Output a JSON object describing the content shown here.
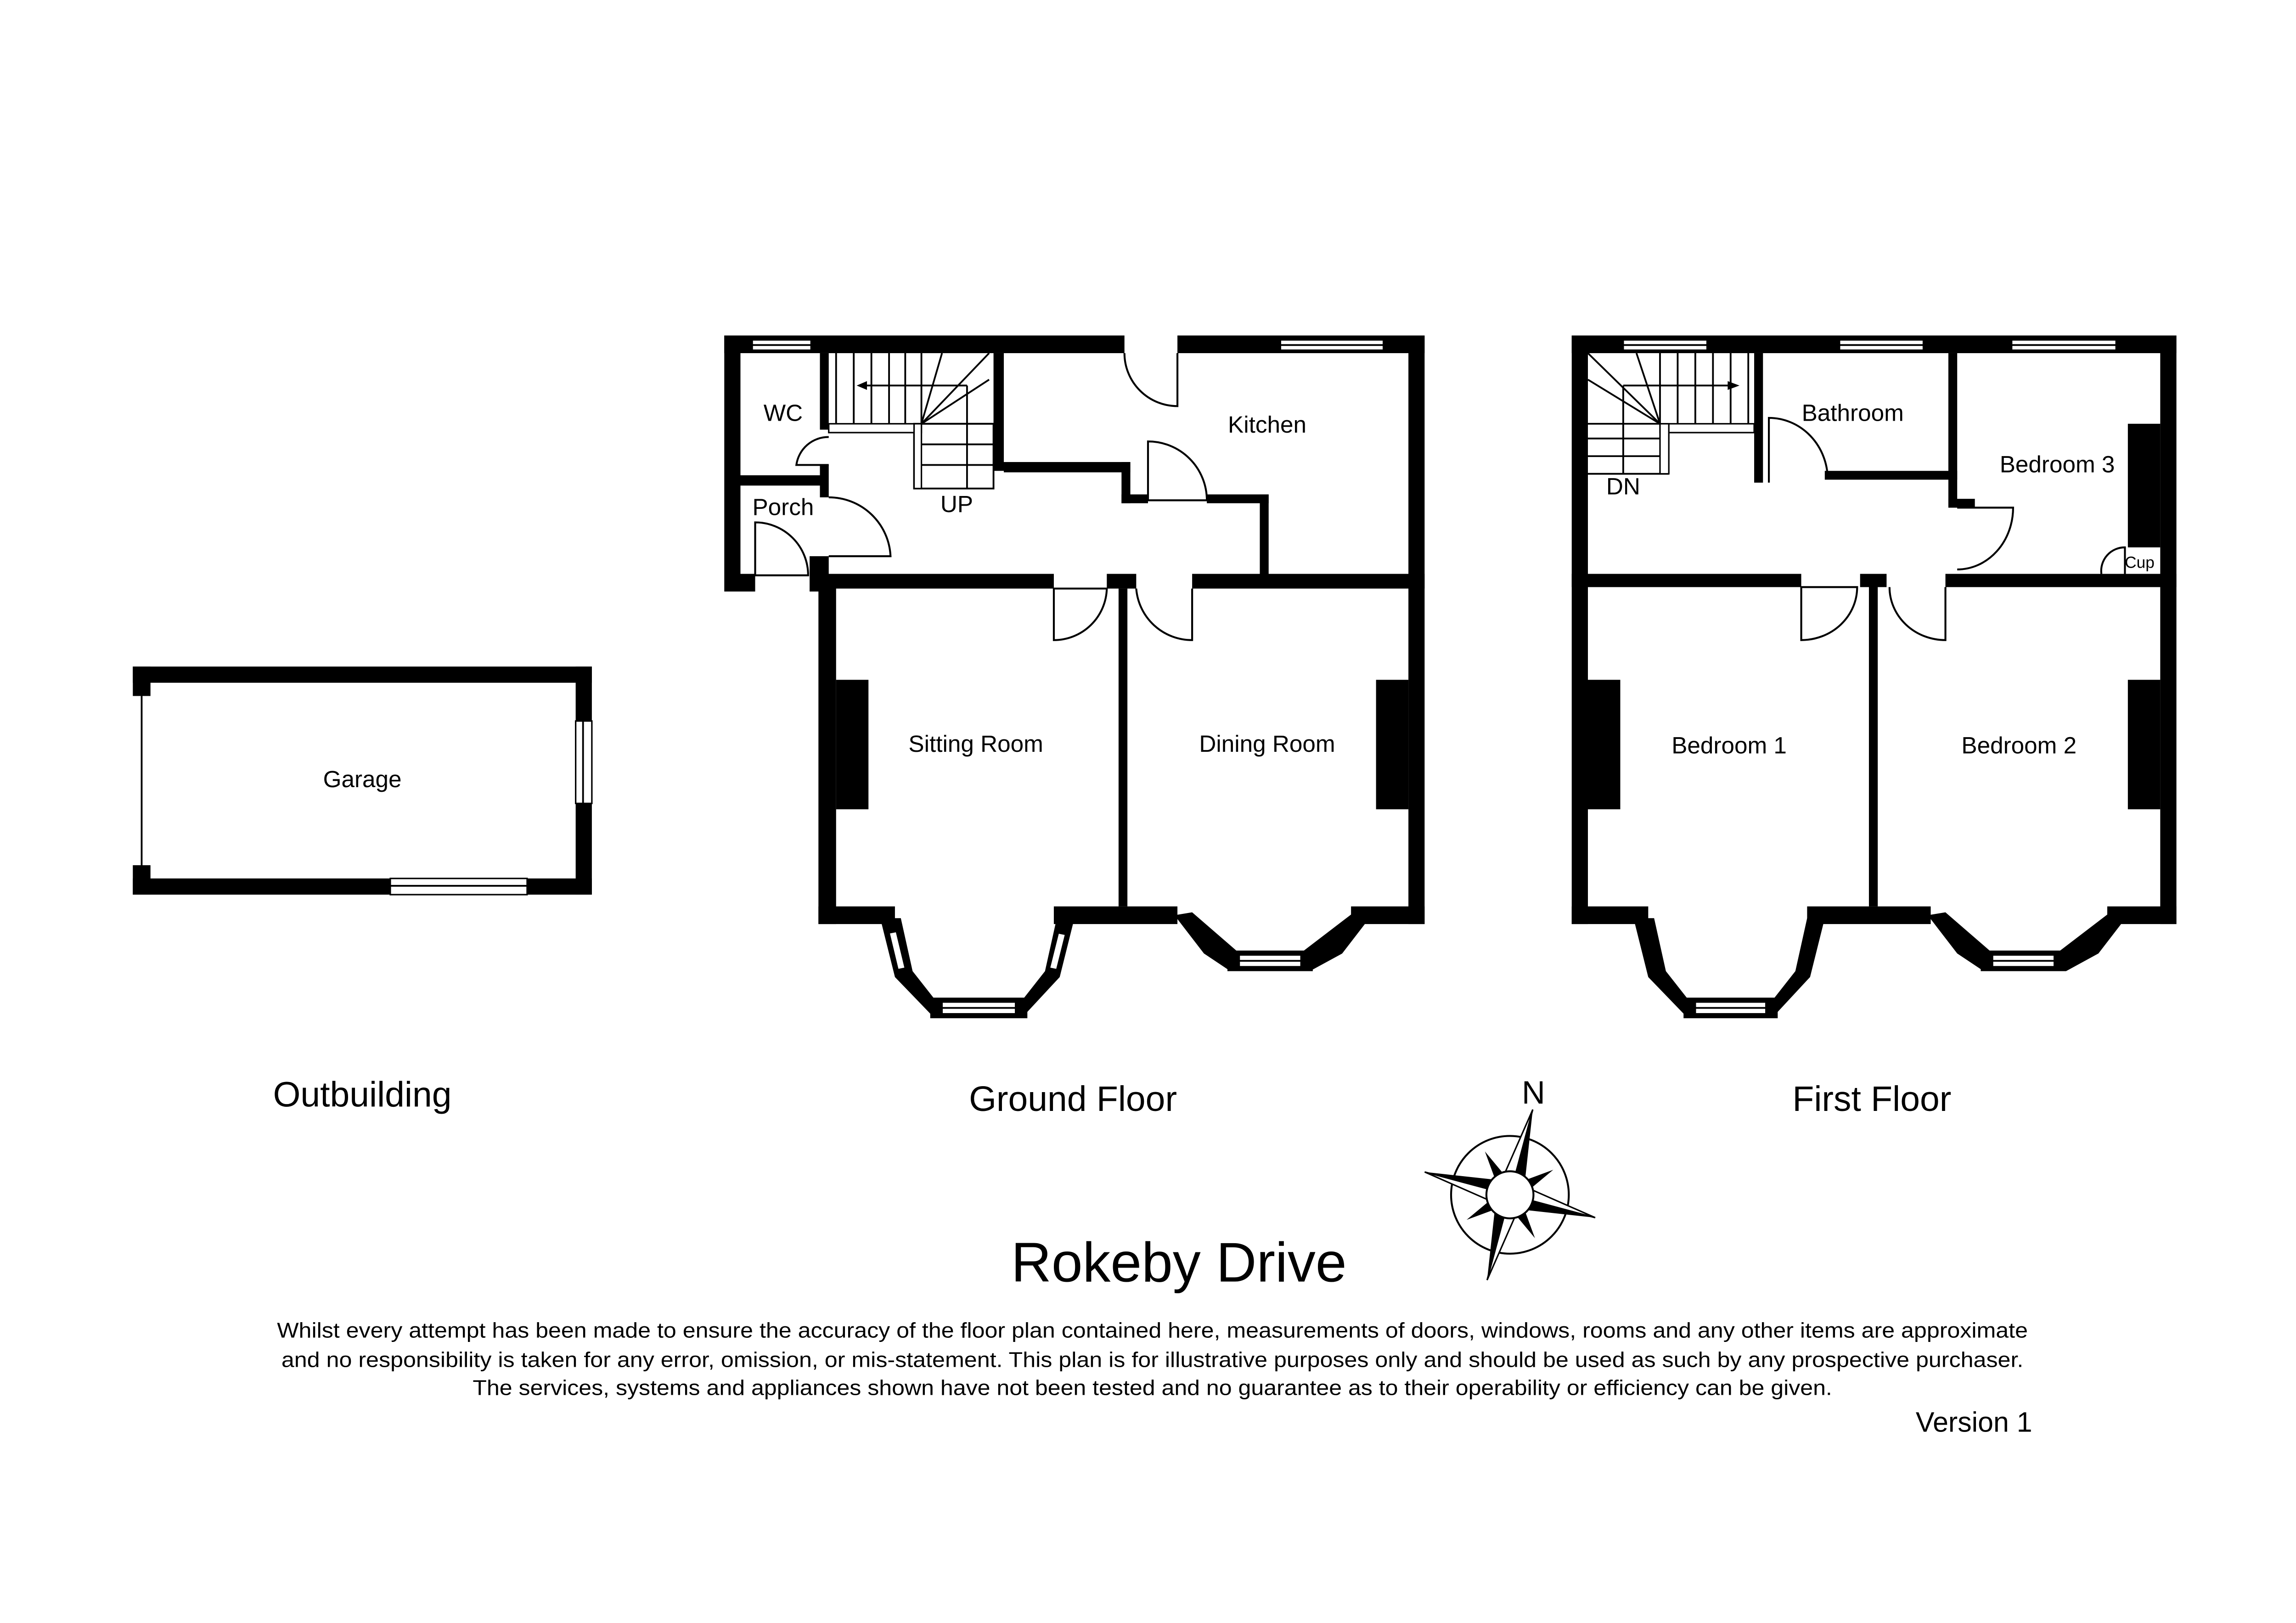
{
  "title": "Rokeby Drive",
  "floors": {
    "outbuilding": {
      "label": "Outbuilding",
      "rooms": [
        "Garage"
      ]
    },
    "ground": {
      "label": "Ground Floor",
      "rooms": [
        "WC",
        "Porch",
        "UP",
        "Kitchen",
        "Sitting Room",
        "Dining Room"
      ]
    },
    "first": {
      "label": "First Floor",
      "rooms": [
        "DN",
        "Bathroom",
        "Bedroom 3",
        "Cup",
        "Bedroom 1",
        "Bedroom 2"
      ]
    }
  },
  "compass": {
    "north_label": "N"
  },
  "disclaimer": [
    "Whilst every attempt has been made to ensure the accuracy of the floor plan contained here, measurements of doors, windows, rooms and any other items are approximate",
    "and no responsibility is taken for any error, omission, or mis-statement. This plan is for illustrative purposes only and should be used as such by any prospective purchaser.",
    "The services, systems and appliances shown have not been tested and no guarantee as to their operability or efficiency can be given."
  ],
  "version": "Version 1"
}
